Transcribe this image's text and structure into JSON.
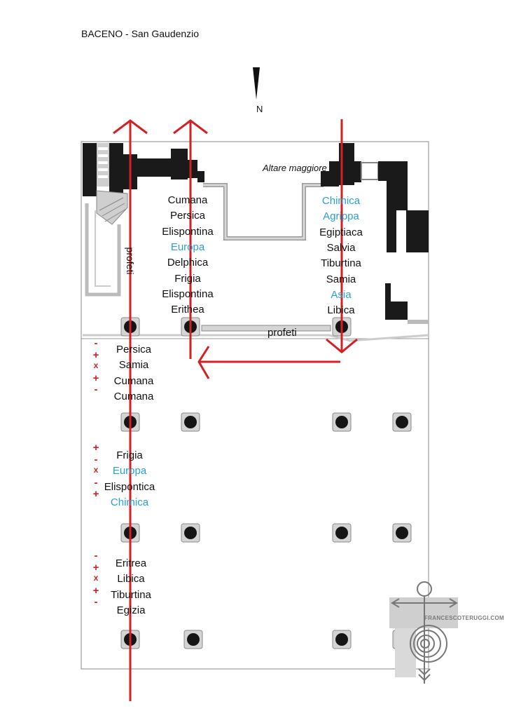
{
  "title": "BACENO - San Gaudenzio",
  "north_label": "N",
  "altar_label": "Altare maggiore",
  "profeti_left": "profeti",
  "profeti_bottom": "profeti",
  "logo_text": "FRANCESCOTERUGGI.COM",
  "colors": {
    "arrow_red": "#d32027",
    "label_blue": "#2a9fd6",
    "text": "#111111",
    "wall_black": "#1a1a1a",
    "wall_grey": "#b9b9b9"
  },
  "sibyls_left_column": [
    {
      "name": "Cumana",
      "blue": false
    },
    {
      "name": "Persica",
      "blue": false
    },
    {
      "name": "Elispontina",
      "blue": false
    },
    {
      "name": "Europa",
      "blue": true
    },
    {
      "name": "Delphica",
      "blue": false
    },
    {
      "name": "Frigia",
      "blue": false
    },
    {
      "name": "Elispontina",
      "blue": false
    },
    {
      "name": "Erithea",
      "blue": false
    }
  ],
  "sibyls_right_column": [
    {
      "name": "Chimica",
      "blue": true
    },
    {
      "name": "Agrippa",
      "blue": true
    },
    {
      "name": "Egiptiaca",
      "blue": false
    },
    {
      "name": "Salvia",
      "blue": false
    },
    {
      "name": "Tiburtina",
      "blue": false
    },
    {
      "name": "Samia",
      "blue": false
    },
    {
      "name": "Asia",
      "blue": true
    },
    {
      "name": "Libica",
      "blue": false
    }
  ],
  "bay_1": [
    {
      "name": "Persica",
      "blue": false
    },
    {
      "name": "Samia",
      "blue": false
    },
    {
      "name": "Cumana",
      "blue": false
    },
    {
      "name": "Cumana",
      "blue": false
    }
  ],
  "bay_1_signs": [
    "-",
    "+",
    "x",
    "+",
    "-"
  ],
  "bay_2": [
    {
      "name": "Frigia",
      "blue": false
    },
    {
      "name": "Europa",
      "blue": true
    },
    {
      "name": "Elispontica",
      "blue": false
    },
    {
      "name": "Chimica",
      "blue": true
    }
  ],
  "bay_2_signs": [
    "+",
    "-",
    "x",
    "-",
    "+"
  ],
  "bay_3": [
    {
      "name": "Eritrea",
      "blue": false
    },
    {
      "name": "Libica",
      "blue": false
    },
    {
      "name": "Tiburtina",
      "blue": false
    },
    {
      "name": "Egizia",
      "blue": false
    }
  ],
  "bay_3_signs": [
    "-",
    "+",
    "x",
    "+",
    "-"
  ]
}
